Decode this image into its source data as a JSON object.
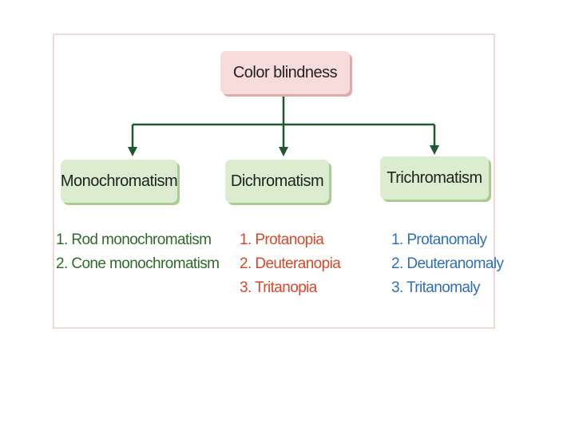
{
  "diagram": {
    "root": {
      "label": "Color blindness"
    },
    "categories": [
      {
        "label": "Monochromatism",
        "items": [
          "1. Rod monochromatism",
          "2. Cone monochromatism"
        ],
        "text_color": "#2e6b2a"
      },
      {
        "label": "Dichromatism",
        "items": [
          "1. Protanopia",
          "2. Deuteranopia",
          "3. Tritanopia"
        ],
        "text_color": "#d4482c"
      },
      {
        "label": "Trichromatism",
        "items": [
          "1. Protanomaly",
          "2. Deuteranomaly",
          "3. Tritanomaly"
        ],
        "text_color": "#2f6fb3"
      }
    ],
    "colors": {
      "root_fill": "#f8dcdc",
      "category_fill": "#dbeccf",
      "connector": "#1f5a2c",
      "panel_border": "#f3d9d6"
    }
  }
}
